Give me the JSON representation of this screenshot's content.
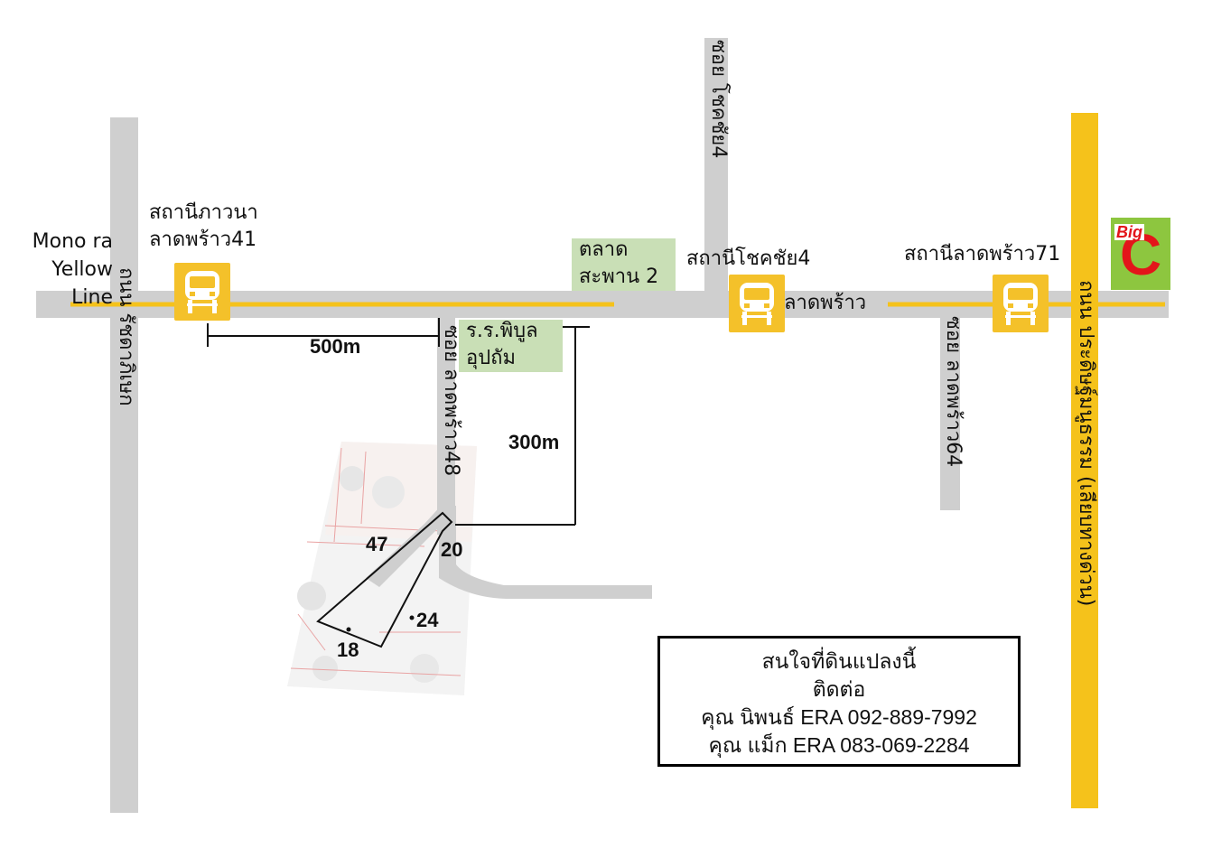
{
  "colors": {
    "road": "#cfcfcf",
    "metro_line": "#f5c21b",
    "station_fill": "#f4c12a",
    "green_label": "#c9dfb6",
    "bigc_red": "#e3151a",
    "bigc_green": "#8dc63f"
  },
  "legend": {
    "metro_line_label": "Mono ra\nYellow\nLine"
  },
  "stations": [
    {
      "name": "สถานีภาวนา\nลาดพร้าว41",
      "icon": "train-icon"
    },
    {
      "name": "สถานีโชคชัย4",
      "icon": "train-icon"
    },
    {
      "name": "สถานีลาดพร้าว71",
      "icon": "train-icon"
    }
  ],
  "roads": {
    "main_road": "ลาดพร้าว",
    "left_vertical": "ถนน รัชดาภิเษก",
    "right_vertical": "ถนน ประดิษฐ์มนูธรรม (เลียบทางด่วน)",
    "soi_chokchai4": "ซอย โชคชัย4",
    "soi_ladprao48": "ซอย ลาดพร้าว48",
    "soi_ladprao64": "ซอย ลาดพร้าว64"
  },
  "landmarks": {
    "market": "ตลาด\nสะพาน 2",
    "school": "ร.ร.พิบูล\nอุปถัม",
    "mall_logo_text": "Big",
    "mall_logo_letter": "C"
  },
  "distances": {
    "station_to_soi": "500m",
    "soi_to_plot": "300m"
  },
  "plot": {
    "edge_top": "47",
    "edge_right_top": "20",
    "edge_right": "24",
    "edge_bottom": "18"
  },
  "contact": {
    "line1": "สนใจที่ดินแปลงนี้",
    "line2": "ติดต่อ",
    "line3": "คุณ นิพนธ์ ERA 092-889-7992",
    "line4": "คุณ แม็ก ERA 083-069-2284"
  }
}
